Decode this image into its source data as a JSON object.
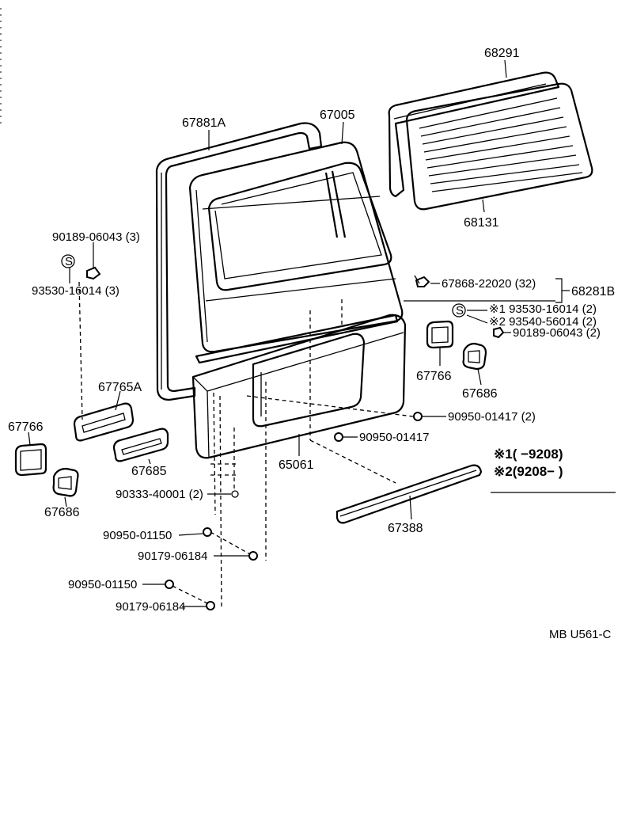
{
  "labels": {
    "p68291": "68291",
    "p67881a": "67881A",
    "p67005": "67005",
    "p68131": "68131",
    "p90189a": "90189-06043 (3)",
    "p93530a": "93530-16014 (3)",
    "p67868": "67868-22020 (32)",
    "p68281b": "68281B",
    "p1_93530": "※1 93530-16014 (2)",
    "p2_93540": "※2 93540-56014 (2)",
    "p90189b": "90189-06043 (2)",
    "p67766r": "67766",
    "p67686r": "67686",
    "p67765a": "67765A",
    "p90950_01417a": "90950-01417 (2)",
    "p90950_01417b": "90950-01417",
    "p67766l": "67766",
    "p67685": "67685",
    "p65061": "65061",
    "p90333": "90333-40001 (2)",
    "p67686l": "67686",
    "p67388": "67388",
    "p90950_01150a": "90950-01150",
    "p90179_06184a": "90179-06184",
    "p90950_01150b": "90950-01150",
    "p90179_06184b": "90179-06184",
    "s_symbol": "S"
  },
  "legend": {
    "row1": "※1(     −9208)",
    "row2": "※2(9208−        )"
  },
  "footer": {
    "code": "MB U561-C"
  }
}
